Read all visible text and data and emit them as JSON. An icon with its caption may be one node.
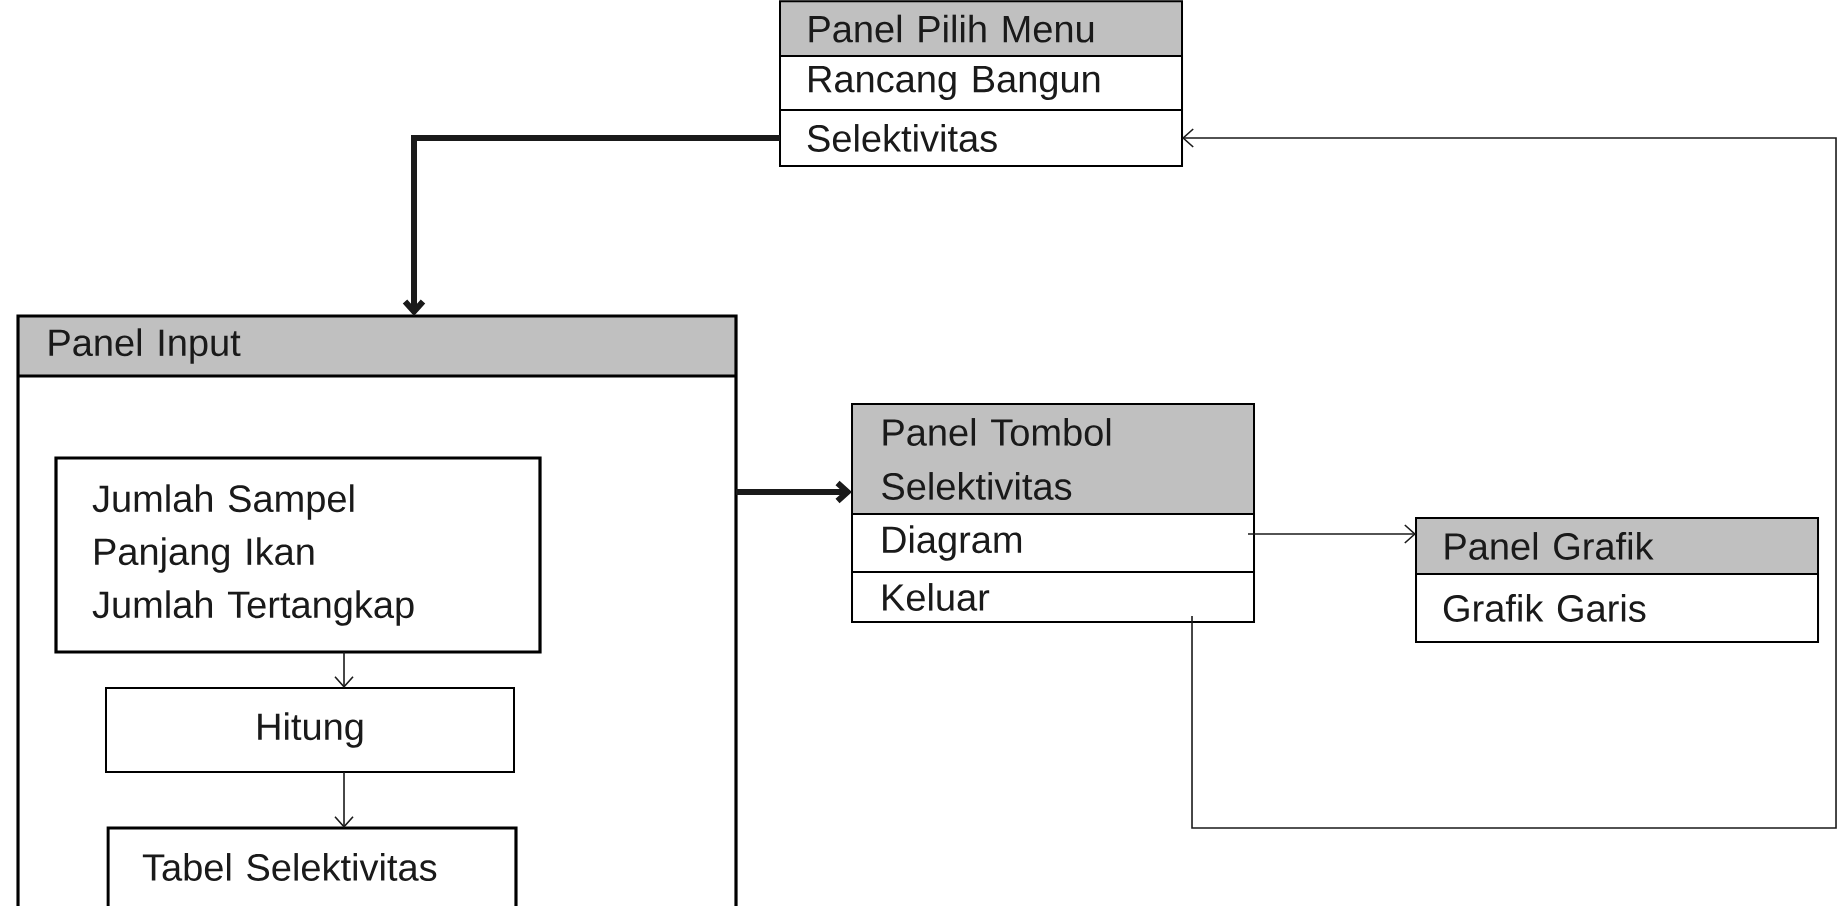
{
  "diagram": {
    "nodes": [
      {
        "text": [
          "Panel Pilih Menu"
        ]
      },
      {
        "text": [
          "Rancang Bangun"
        ],
        "in": 0
      },
      {
        "text": [
          "Selektivitas"
        ],
        "in": 0
      },
      {
        "text": [
          "Panel Input"
        ]
      },
      {
        "text": [
          "Jumlah Sampel",
          "Panjang Ikan",
          "Jumlah Tertangkap"
        ],
        "in": 3
      },
      {
        "text": [
          "Hitung"
        ],
        "in": 3
      },
      {
        "text": [
          "Tabel Selektivitas"
        ],
        "in": 3
      },
      {
        "text": [
          "Panel Tombol Selektivitas"
        ]
      },
      {
        "text": [
          "Diagram"
        ],
        "in": 7
      },
      {
        "text": [
          "Keluar"
        ],
        "in": 7
      },
      {
        "text": [
          "Panel Grafik"
        ]
      },
      {
        "text": [
          "Grafik Garis"
        ],
        "in": 10
      }
    ],
    "edges": [
      {
        "from": 2,
        "to": 3,
        "arrow": "to",
        "style": "thick"
      },
      {
        "from": 3,
        "to": 7,
        "arrow": "to",
        "style": "thick"
      },
      {
        "from": 4,
        "to": 5,
        "arrow": "to"
      },
      {
        "from": 5,
        "to": 6,
        "arrow": "to"
      },
      {
        "from": 8,
        "to": 10,
        "arrow": "to"
      },
      {
        "from": 9,
        "to": 2,
        "arrow": "to"
      }
    ]
  }
}
